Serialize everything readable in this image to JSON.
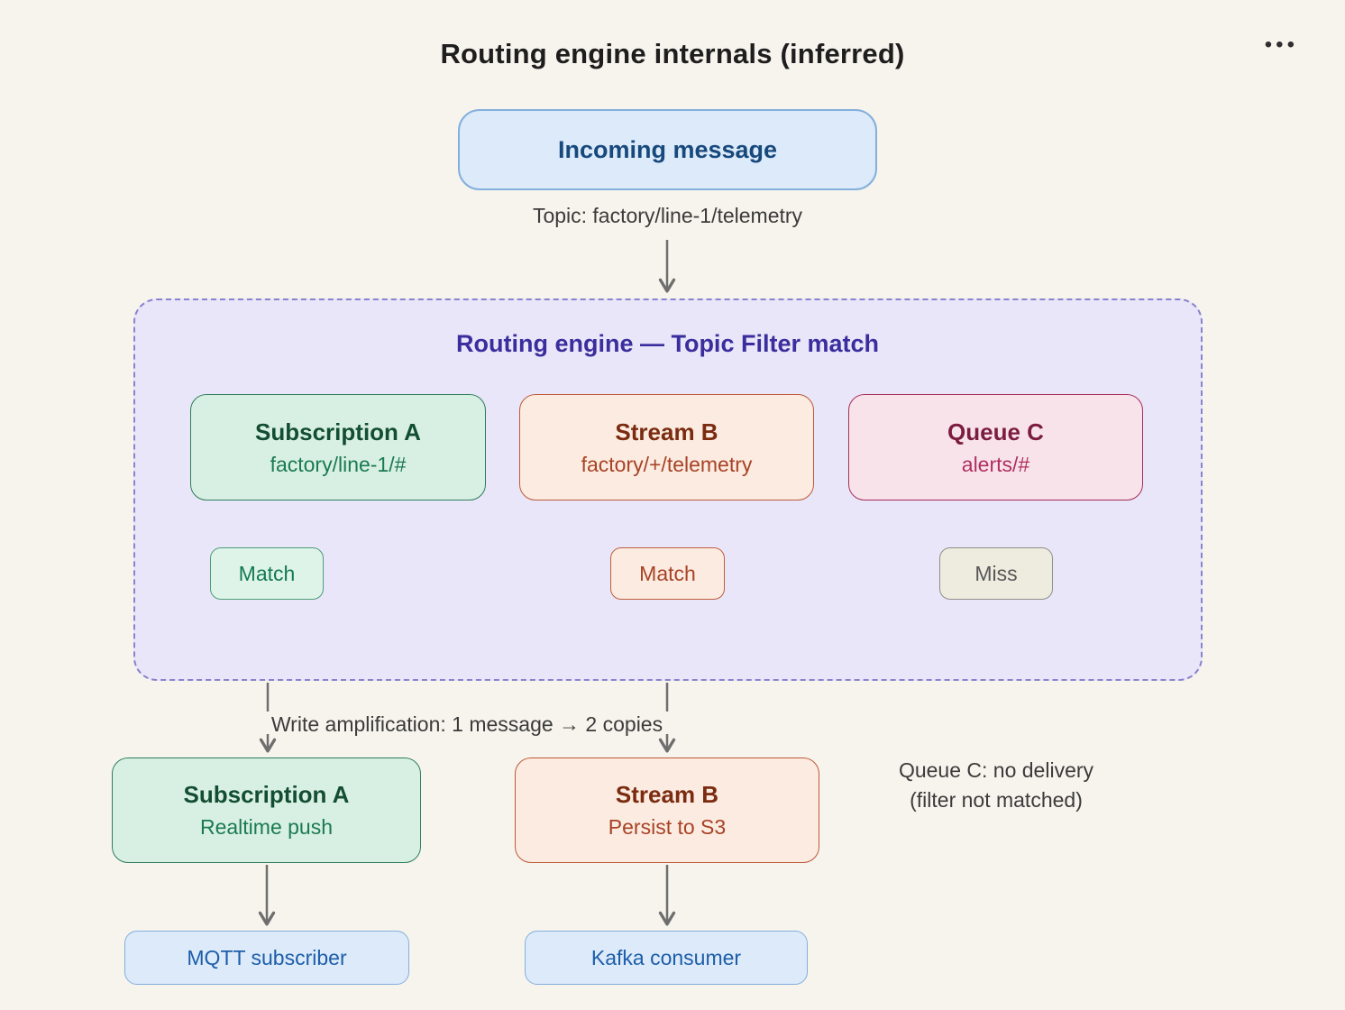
{
  "header": {
    "title": "Routing engine internals (inferred)",
    "menu_icon_glyph": "•••"
  },
  "diagram": {
    "incoming": {
      "label": "Incoming message",
      "topic": "Topic: factory/line-1/telemetry"
    },
    "router": {
      "title": "Routing engine — Topic Filter match",
      "filters": [
        {
          "name": "Subscription A",
          "pattern": "factory/line-1/#",
          "result": "Match",
          "status": "match"
        },
        {
          "name": "Stream B",
          "pattern": "factory/+/telemetry",
          "result": "Match",
          "status": "match"
        },
        {
          "name": "Queue C",
          "pattern": "alerts/#",
          "result": "Miss",
          "status": "miss"
        }
      ]
    },
    "write_amplification": "Write amplification: 1 message → 2 copies",
    "outputs": [
      {
        "name": "Subscription A",
        "detail": "Realtime push",
        "consumer": "MQTT subscriber"
      },
      {
        "name": "Stream B",
        "detail": "Persist to S3",
        "consumer": "Kafka consumer"
      }
    ],
    "no_delivery_note": {
      "line1": "Queue C: no delivery",
      "line2": "(filter not matched)"
    }
  },
  "colors": {
    "background": "#f7f4ed",
    "blue_fill": "#dceafa",
    "blue_border": "#84afdc",
    "blue_text": "#17497c",
    "router_fill": "#e8e6f8",
    "router_border": "#8a82ce",
    "router_text": "#3a2d9e",
    "green_fill": "#d8f0e3",
    "green_border": "#2f7d5c",
    "green_text": "#134e32",
    "orange_fill": "#fbebe0",
    "orange_border": "#be5a3a",
    "orange_text": "#7b2b10",
    "pink_fill": "#f9e3eb",
    "pink_border": "#a52d58",
    "pink_text": "#7c1d40",
    "miss_fill": "#eeecdf",
    "miss_border": "#908f87",
    "miss_text": "#575757",
    "arrow": "#6e6e6e",
    "connector": "#55555e"
  }
}
